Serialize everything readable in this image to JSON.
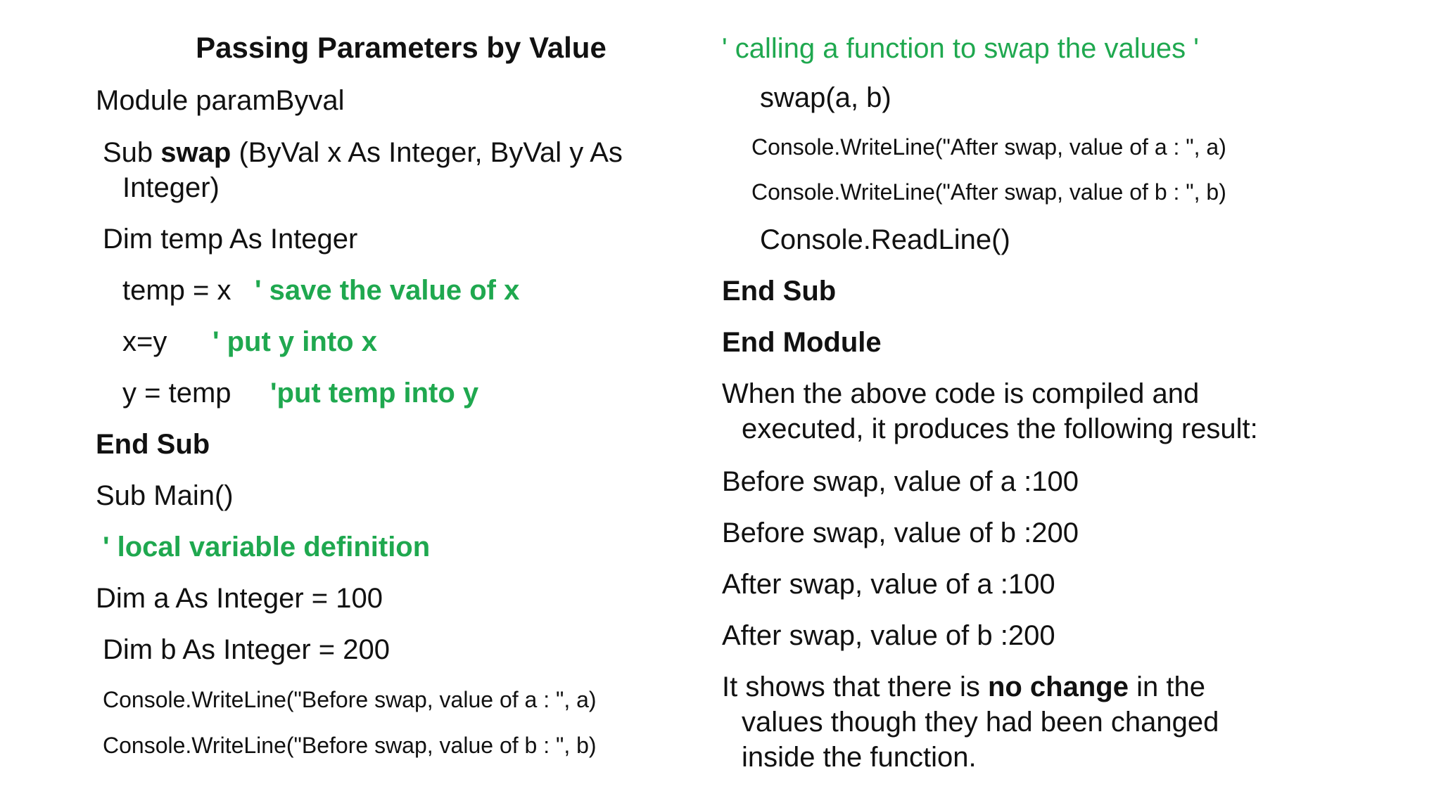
{
  "slide": {
    "title": "Passing Parameters by Value",
    "left": {
      "module": "Module paramByval",
      "sub_swap_pre": "Sub ",
      "sub_swap_name": "swap",
      "sub_swap_rest": " (ByVal x As Integer, ByVal y As",
      "sub_swap_cont": "Integer)",
      "dim_temp": "Dim temp As Integer",
      "temp_assign": "temp = x",
      "temp_comment": "' save the value of x",
      "x_assign": "x=y",
      "x_comment": "' put y into x",
      "y_assign": "y = temp",
      "y_comment": "'put temp into y",
      "end_sub": "End Sub",
      "sub_main": "Sub Main()",
      "local_comment": "' local variable definition",
      "dim_a": "Dim a As Integer = 100",
      "dim_b": "Dim b As Integer = 200",
      "write_before_a": "Console.WriteLine(\"Before swap, value of a : \", a)",
      "write_before_b": "Console.WriteLine(\"Before swap, value of b : \", b)"
    },
    "right": {
      "call_comment": "' calling a function to swap the values '",
      "swap_call": "swap(a, b)",
      "write_after_a": "Console.WriteLine(\"After swap, value of a : \", a)",
      "write_after_b": "Console.WriteLine(\"After swap, value of b : \", b)",
      "readline": "Console.ReadLine()",
      "end_sub": "End Sub",
      "end_module": "End Module",
      "result_line1": "When the above code is compiled and",
      "result_line2": "executed, it produces the following result:",
      "out1": "Before swap, value of a :100",
      "out2": "Before swap, value of b :200",
      "out3": "After swap, value of a :100",
      "out4": "After swap, value of b :200",
      "conclusion_pre": "It shows that there is ",
      "conclusion_bold": "no change",
      "conclusion_post": " in the",
      "conclusion_line2": "values though they had been changed",
      "conclusion_line3": "inside the function."
    },
    "colors": {
      "comment_green": "#1fa84f",
      "text": "#111111",
      "background": "#ffffff"
    }
  }
}
